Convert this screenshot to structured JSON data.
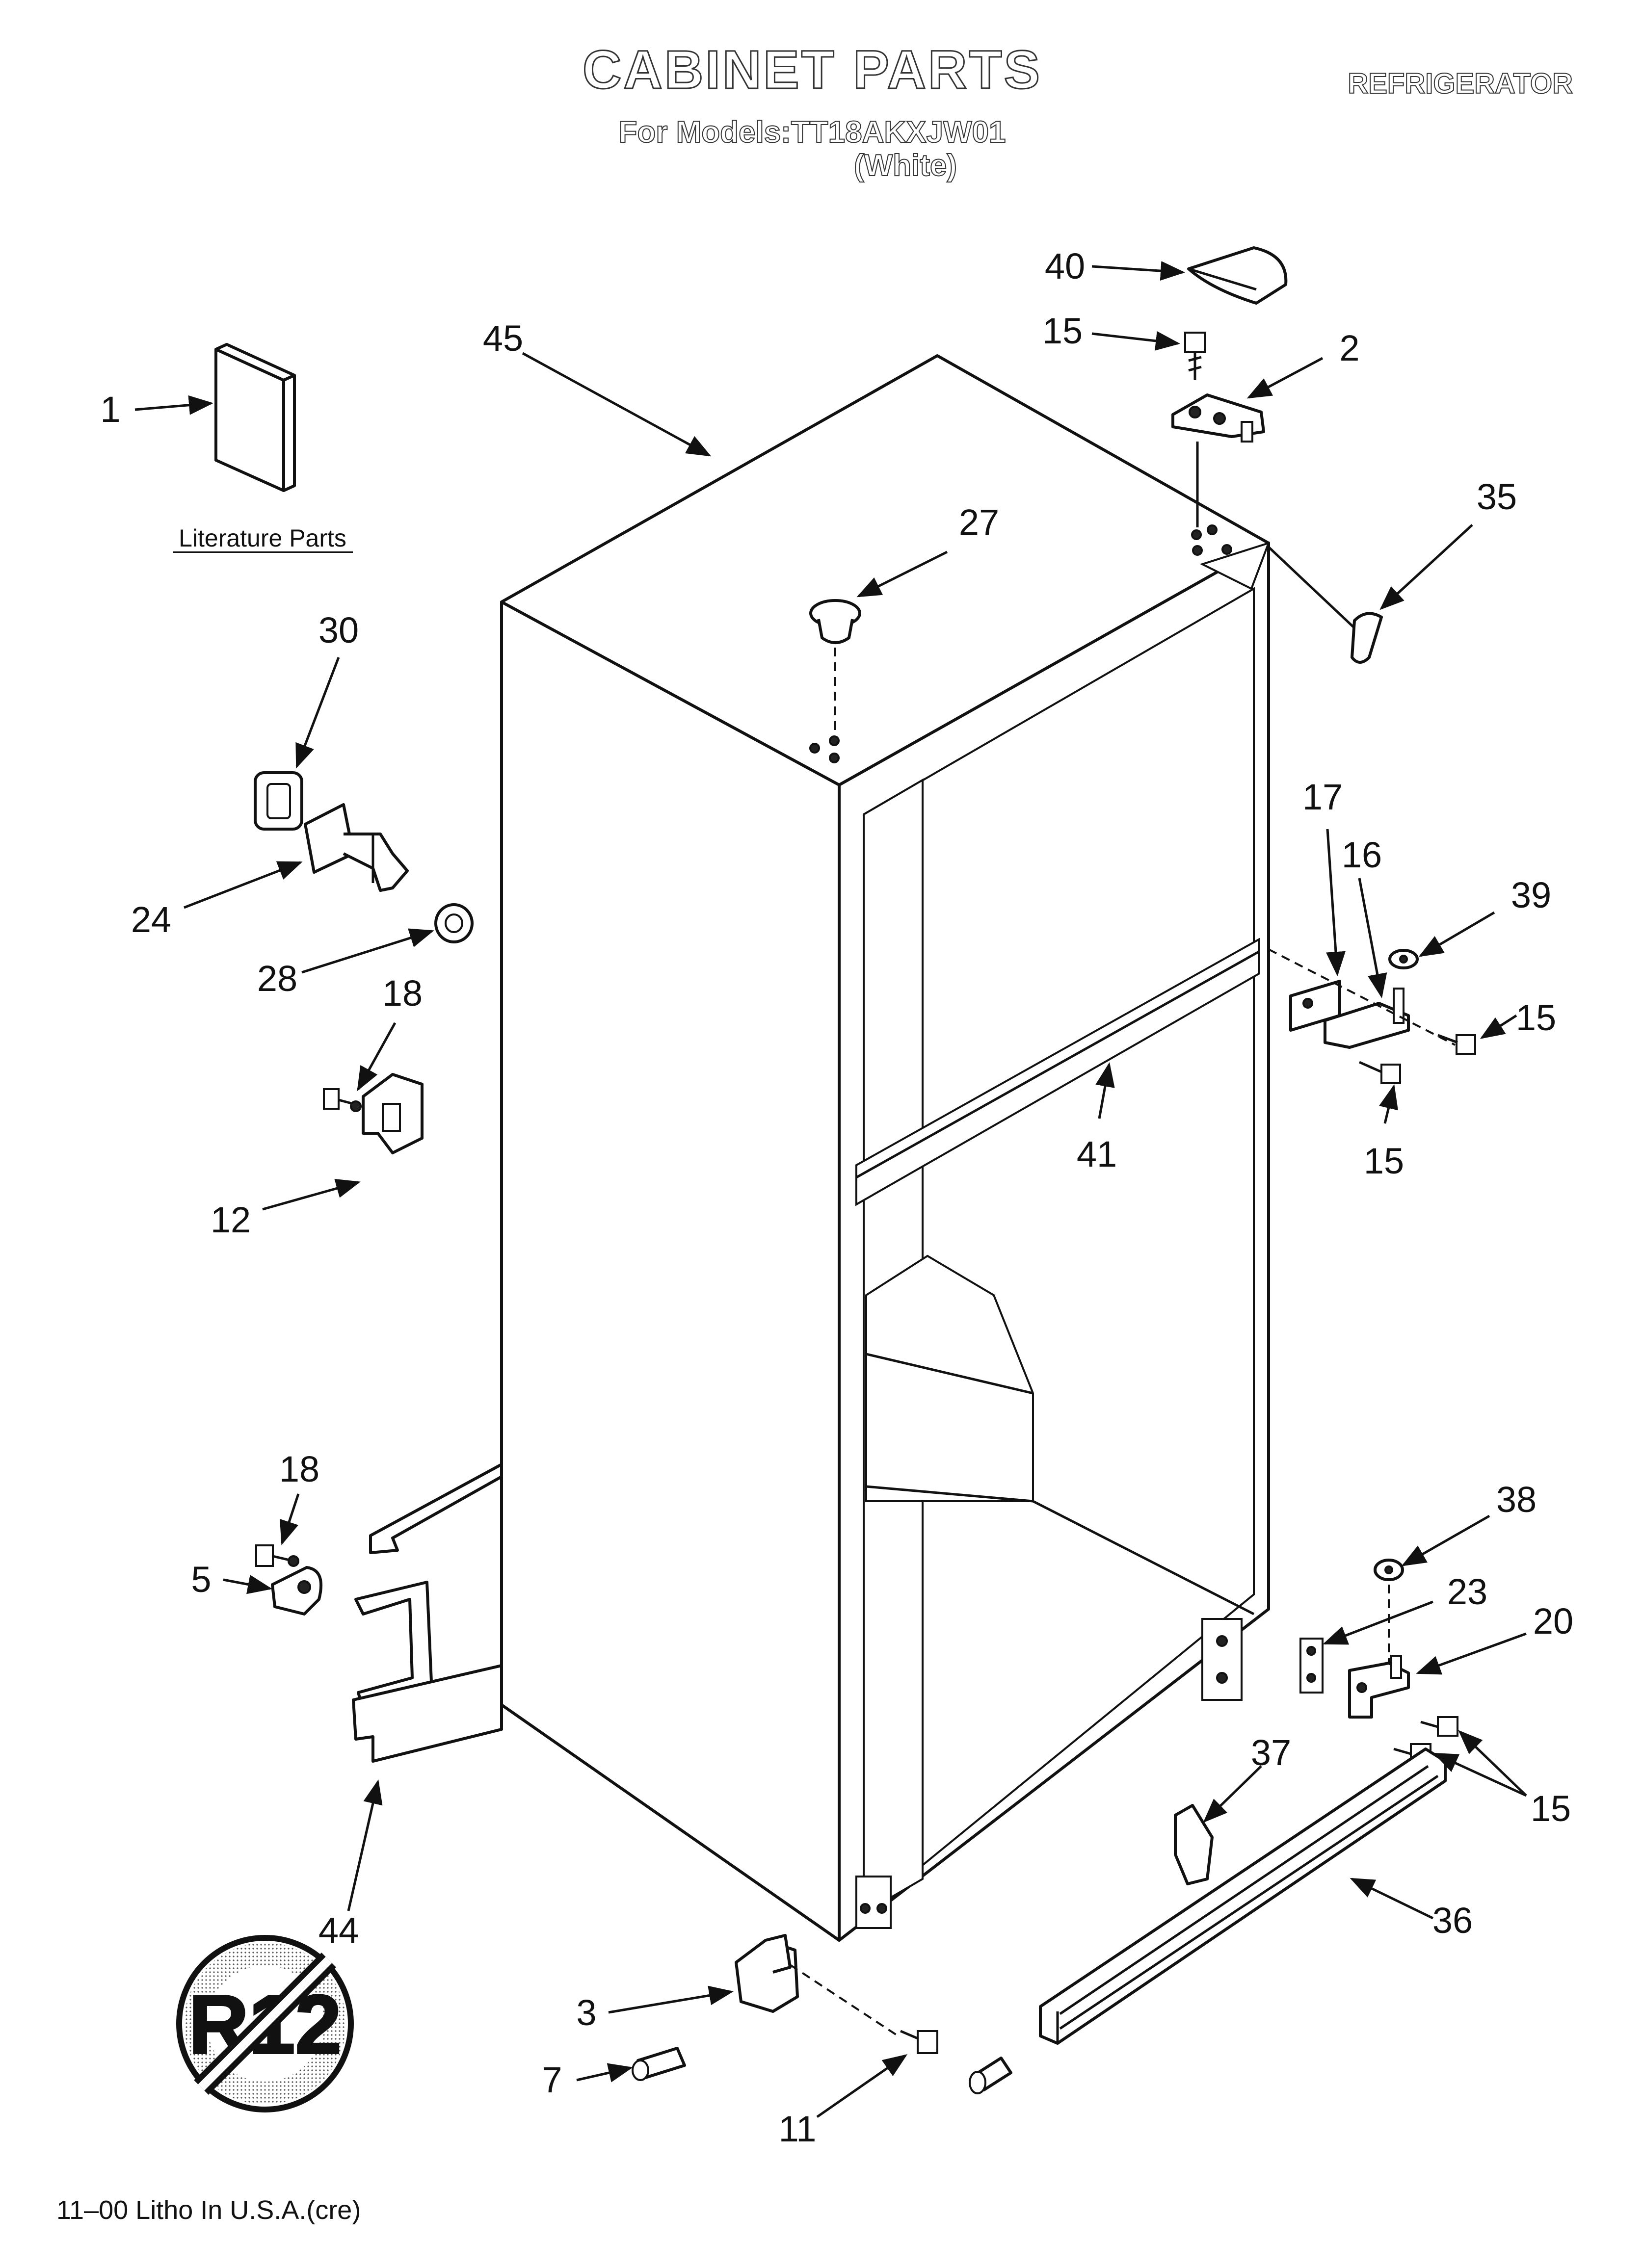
{
  "header": {
    "title": "CABINET PARTS",
    "models_line": "For Models:TT18AKXJW01",
    "color_line": "(White)",
    "category": "REFRIGERATOR"
  },
  "literature_label": "Literature Parts",
  "badge": {
    "text": "R12"
  },
  "footer": {
    "text": "11–00 Litho In U.S.A.(cre)"
  },
  "callouts": [
    {
      "label": "1"
    },
    {
      "label": "45"
    },
    {
      "label": "40"
    },
    {
      "label": "15"
    },
    {
      "label": "2"
    },
    {
      "label": "35"
    },
    {
      "label": "27"
    },
    {
      "label": "30"
    },
    {
      "label": "24"
    },
    {
      "label": "28"
    },
    {
      "label": "18"
    },
    {
      "label": "12"
    },
    {
      "label": "17"
    },
    {
      "label": "16"
    },
    {
      "label": "39"
    },
    {
      "label": "15"
    },
    {
      "label": "15"
    },
    {
      "label": "41"
    },
    {
      "label": "18"
    },
    {
      "label": "5"
    },
    {
      "label": "44"
    },
    {
      "label": "38"
    },
    {
      "label": "23"
    },
    {
      "label": "20"
    },
    {
      "label": "15"
    },
    {
      "label": "37"
    },
    {
      "label": "36"
    },
    {
      "label": "3"
    },
    {
      "label": "7"
    },
    {
      "label": "11"
    }
  ]
}
